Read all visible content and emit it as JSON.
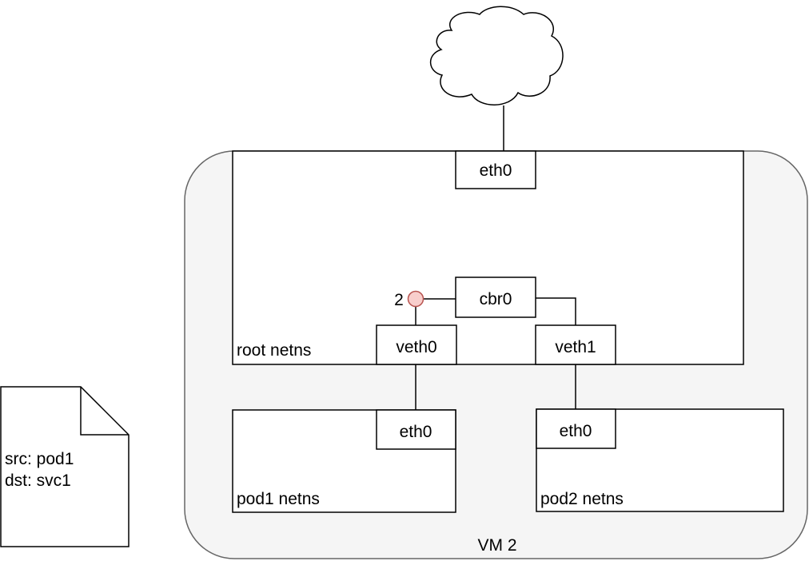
{
  "cloud": {
    "icon": "cloud-icon"
  },
  "vm": {
    "label": "VM 2"
  },
  "root_netns": {
    "label": "root netns",
    "eth0": "eth0",
    "bridge": "cbr0",
    "veth0": "veth0",
    "veth1": "veth1"
  },
  "marker": {
    "number": "2",
    "color": "#f8cecc",
    "stroke": "#b85450"
  },
  "pod1": {
    "label": "pod1 netns",
    "eth0": "eth0"
  },
  "pod2": {
    "label": "pod2 netns",
    "eth0": "eth0"
  },
  "packet": {
    "src": "src: pod1",
    "dst": "dst: svc1"
  }
}
